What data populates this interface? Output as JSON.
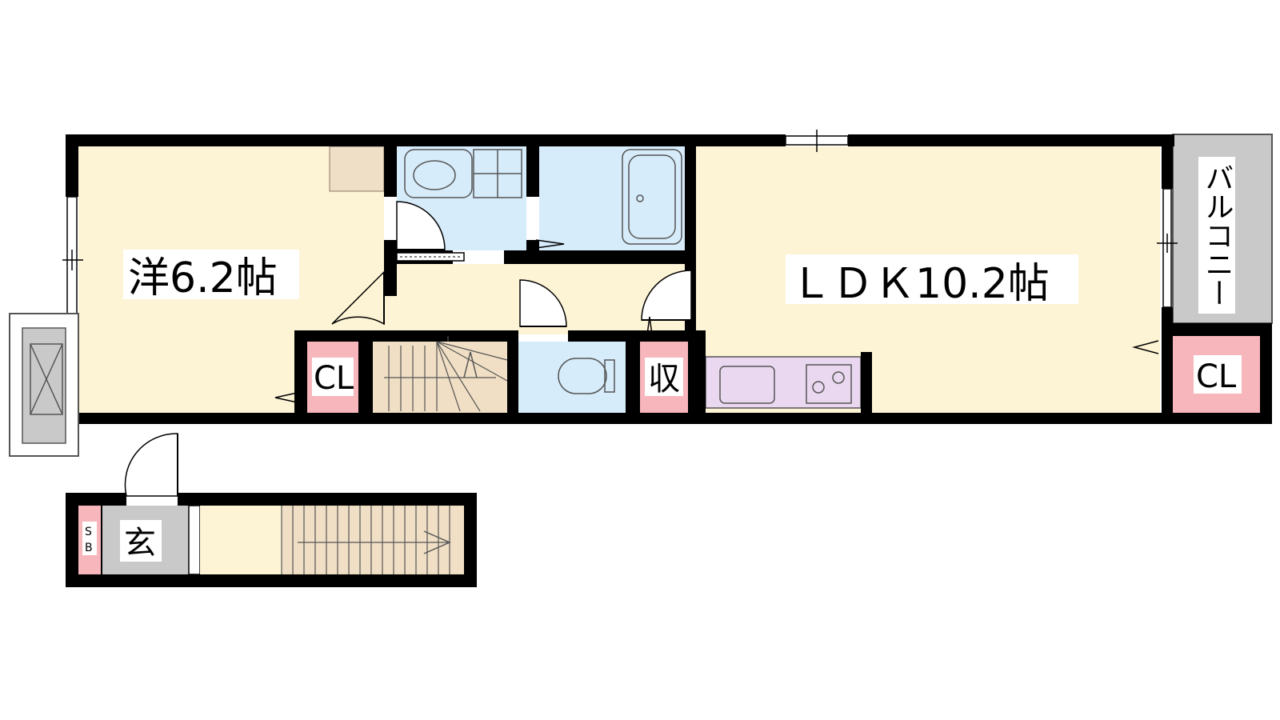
{
  "rooms": {
    "western": {
      "label": "洋6.2帖"
    },
    "ldk": {
      "label": "ＬＤＫ10.2帖"
    },
    "balcony": {
      "label": "バルコニー"
    },
    "closet_west": {
      "label": "CL"
    },
    "closet_east": {
      "label": "CL"
    },
    "storage": {
      "label": "収"
    },
    "entrance": {
      "label": "玄"
    },
    "shoe_box": {
      "label_top": "S",
      "label_bottom": "B"
    }
  },
  "colors": {
    "wall": "#000000",
    "room_floor": "#fdf3d5",
    "wet_area": "#d6ecfb",
    "closet": "#f7b6bc",
    "kitchen": "#ead8f0",
    "balcony": "#c9c9c9",
    "stairs": "#f0dfc4",
    "entrance": "#c9c9c9"
  }
}
